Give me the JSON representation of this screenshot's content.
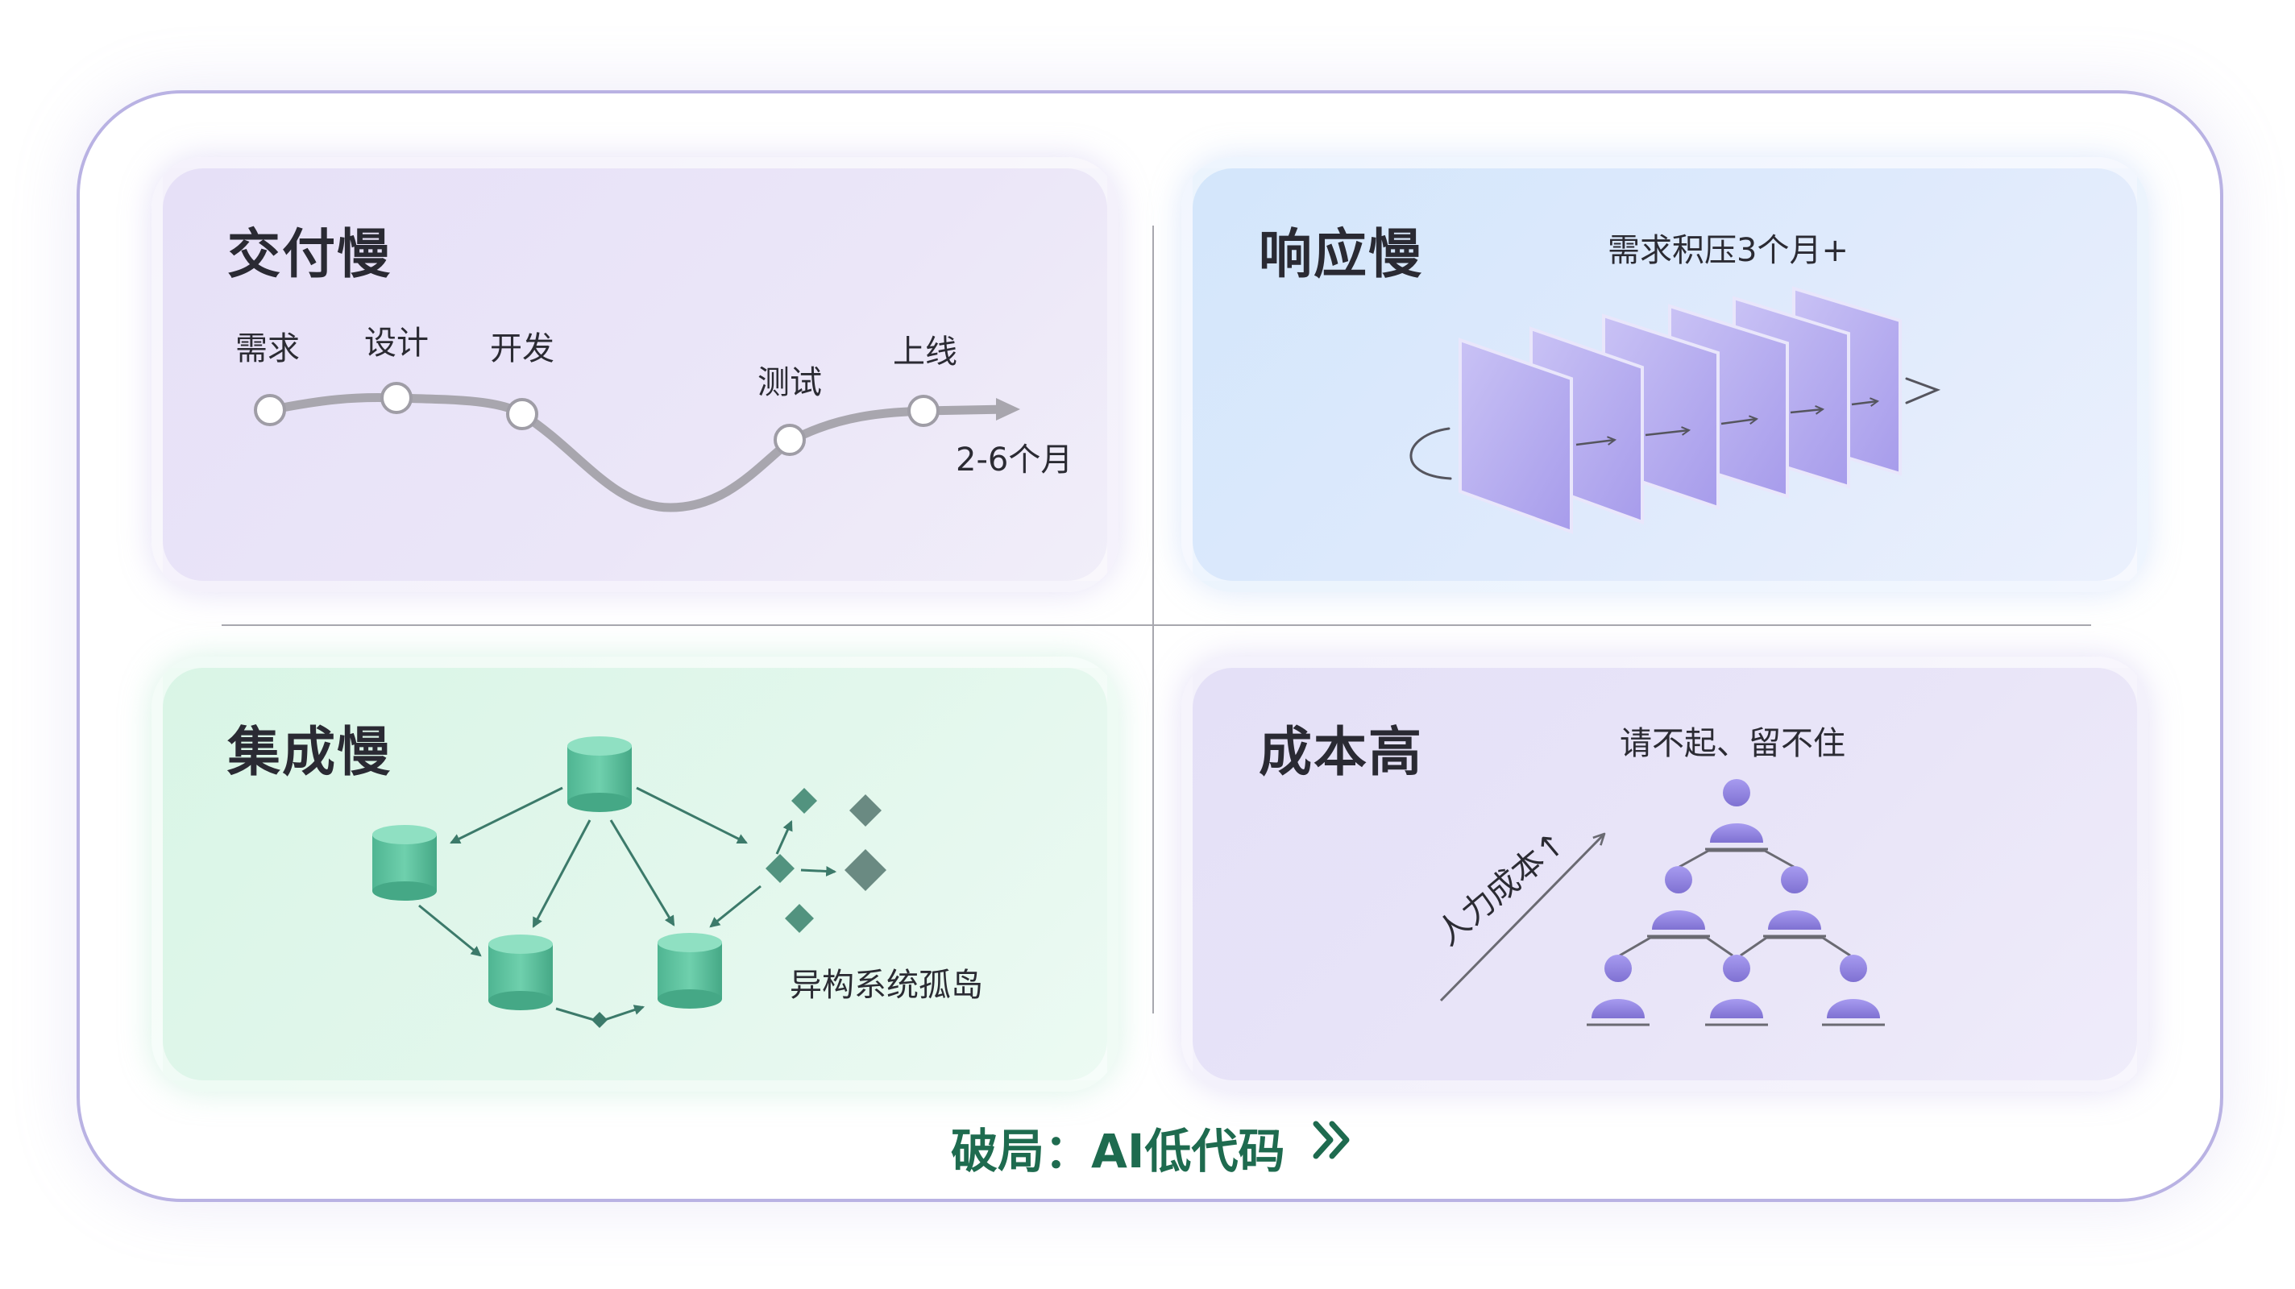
{
  "panels": {
    "delivery": {
      "title": "交付慢",
      "stages": [
        "需求",
        "设计",
        "开发",
        "测试",
        "上线"
      ],
      "duration": "2-6个月"
    },
    "response": {
      "title": "响应慢",
      "backlog": "需求积压3个月+"
    },
    "integration": {
      "title": "集成慢",
      "caption": "异构系统孤岛"
    },
    "cost": {
      "title": "成本高",
      "caption": "请不起、留不住",
      "trend_label": "人力成本↑"
    }
  },
  "footer": {
    "text": "破局：AI低代码",
    "chevron_icon": "double-chevron-right-icon"
  },
  "colors": {
    "frame_border": "#b9b2e3",
    "card_purple": "#b9b1ef",
    "cylinder_green": "#5ec4a0",
    "person_purple": "#8f82dc",
    "footer_green": "#1e6b4f"
  }
}
